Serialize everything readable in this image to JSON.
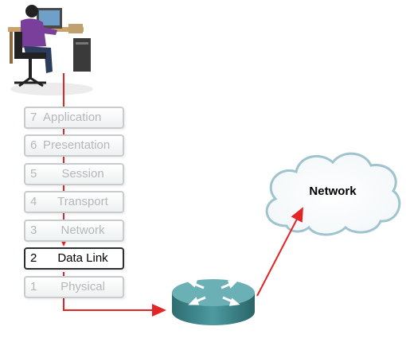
{
  "osi_layers": [
    {
      "num": "7",
      "name": "Application"
    },
    {
      "num": "6",
      "name": "Presentation"
    },
    {
      "num": "5",
      "name": "Session"
    },
    {
      "num": "4",
      "name": "Transport"
    },
    {
      "num": "3",
      "name": "Network"
    },
    {
      "num": "2",
      "name": "Data Link"
    },
    {
      "num": "1",
      "name": "Physical"
    }
  ],
  "active_layer": "2",
  "cloud": {
    "label": "Network"
  },
  "icons": [
    "user-at-computer-icon",
    "router-icon",
    "network-cloud-icon"
  ],
  "colors": {
    "path_arrow": "#e32526",
    "router": "#3f8a8e",
    "cloud_outline": "#9fc3cf"
  }
}
